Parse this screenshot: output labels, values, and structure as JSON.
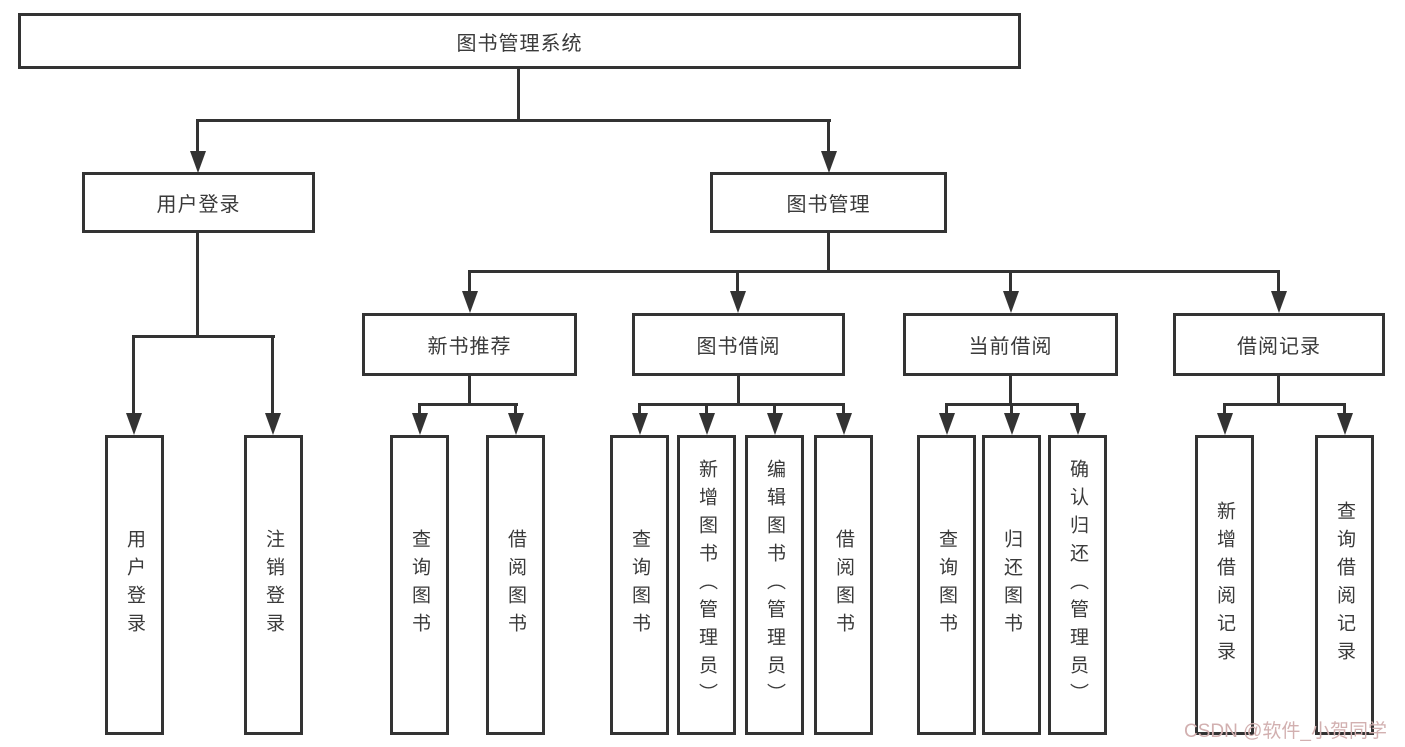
{
  "colors": {
    "line": "#333333",
    "text": "#3a3a3a",
    "watermark": "#d2b0b0",
    "background": "#ffffff"
  },
  "watermark": {
    "text": "CSDN @软件_小贺同学"
  },
  "tree": {
    "root": {
      "label": "图书管理系统",
      "children": [
        {
          "label": "用户登录",
          "children": [
            {
              "label": "用户登录"
            },
            {
              "label": "注销登录"
            }
          ]
        },
        {
          "label": "图书管理",
          "children": [
            {
              "label": "新书推荐",
              "children": [
                {
                  "label": "查询图书"
                },
                {
                  "label": "借阅图书"
                }
              ]
            },
            {
              "label": "图书借阅",
              "children": [
                {
                  "label": "查询图书"
                },
                {
                  "label": "新增图书（管理员）"
                },
                {
                  "label": "编辑图书（管理员）"
                },
                {
                  "label": "借阅图书"
                }
              ]
            },
            {
              "label": "当前借阅",
              "children": [
                {
                  "label": "查询图书"
                },
                {
                  "label": "归还图书"
                },
                {
                  "label": "确认归还（管理员）"
                }
              ]
            },
            {
              "label": "借阅记录",
              "children": [
                {
                  "label": "新增借阅记录"
                },
                {
                  "label": "查询借阅记录"
                }
              ]
            }
          ]
        }
      ]
    }
  }
}
